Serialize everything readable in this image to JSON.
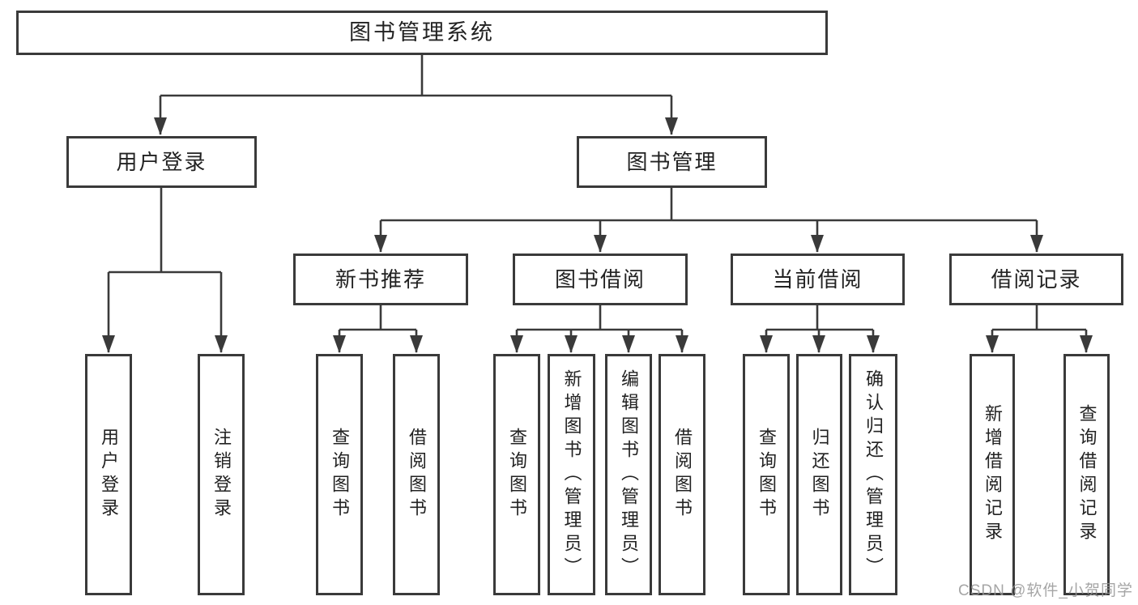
{
  "tree": {
    "root": "图书管理系统",
    "children": [
      {
        "label": "用户登录",
        "children": [
          {
            "label": "用户登录"
          },
          {
            "label": "注销登录"
          }
        ]
      },
      {
        "label": "图书管理",
        "children": [
          {
            "label": "新书推荐",
            "children": [
              {
                "label": "查询图书"
              },
              {
                "label": "借阅图书"
              }
            ]
          },
          {
            "label": "图书借阅",
            "children": [
              {
                "label": "查询图书"
              },
              {
                "label": "新增图书（管理员）"
              },
              {
                "label": "编辑图书（管理员）"
              },
              {
                "label": "借阅图书"
              }
            ]
          },
          {
            "label": "当前借阅",
            "children": [
              {
                "label": "查询图书"
              },
              {
                "label": "归还图书"
              },
              {
                "label": "确认归还（管理员）"
              }
            ]
          },
          {
            "label": "借阅记录",
            "children": [
              {
                "label": "新增借阅记录"
              },
              {
                "label": "查询借阅记录"
              }
            ]
          }
        ]
      }
    ]
  },
  "watermark": "CSDN @软件_小贺同学",
  "colors": {
    "line": "#3a3a3a",
    "text": "#222222",
    "bg": "#ffffff",
    "watermark": "#969696"
  }
}
